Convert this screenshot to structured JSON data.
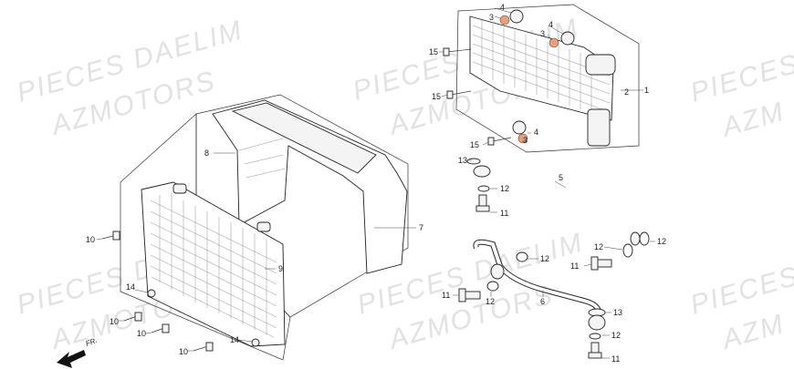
{
  "watermarks": [
    "PIECES DAELIM",
    "AZMOTORS",
    "PIECES DAELIM",
    "AZMOTORS",
    "PIECES",
    "AZM",
    "PIECES DAELIM",
    "AZMOTORS",
    "PIECES DAELIM",
    "AZMOTORS",
    "PIECES",
    "AZM"
  ],
  "callouts": [
    "1",
    "2",
    "3",
    "4",
    "3",
    "4",
    "15",
    "15",
    "4",
    "3",
    "15",
    "13",
    "5",
    "12",
    "11",
    "8",
    "7",
    "9",
    "10",
    "14",
    "10",
    "10",
    "14",
    "10",
    "12",
    "12",
    "11",
    "12",
    "11",
    "12",
    "6",
    "13",
    "12",
    "11"
  ],
  "direction_label": "FR."
}
